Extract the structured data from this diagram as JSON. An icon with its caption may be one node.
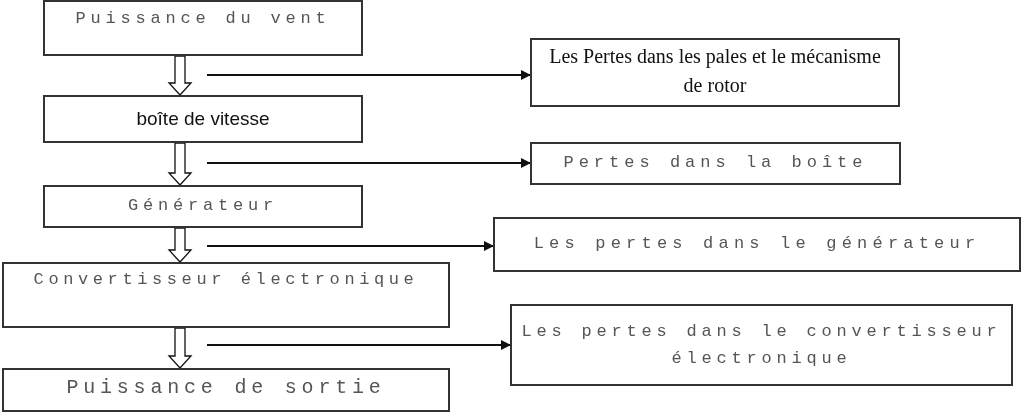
{
  "diagram": {
    "nodes": [
      {
        "text": [
          "Puissance du vent"
        ]
      },
      {
        "text": [
          "boîte de vitesse"
        ]
      },
      {
        "text": [
          "Générateur"
        ]
      },
      {
        "text": [
          "Convertisseur électronique"
        ]
      },
      {
        "text": [
          "Puissance de sortie"
        ]
      },
      {
        "text": [
          "Les Pertes dans les pales et le mécanisme de rotor"
        ]
      },
      {
        "text": [
          "Pertes dans la boîte"
        ]
      },
      {
        "text": [
          "Les pertes dans le générateur"
        ]
      },
      {
        "text": [
          "Les pertes dans le convertisseur électronique"
        ]
      }
    ],
    "edges": [
      {
        "from": 0,
        "to": 1,
        "arrow": "to",
        "style": "thick"
      },
      {
        "from": 1,
        "to": 2,
        "arrow": "to",
        "style": "thick"
      },
      {
        "from": 2,
        "to": 3,
        "arrow": "to",
        "style": "thick"
      },
      {
        "from": 3,
        "to": 4,
        "arrow": "to",
        "style": "thick"
      },
      {
        "from": null,
        "to": 5,
        "arrow": "to"
      },
      {
        "from": null,
        "to": 6,
        "arrow": "to"
      },
      {
        "from": null,
        "to": 7,
        "arrow": "to"
      },
      {
        "from": null,
        "to": 8,
        "arrow": "to"
      }
    ]
  }
}
